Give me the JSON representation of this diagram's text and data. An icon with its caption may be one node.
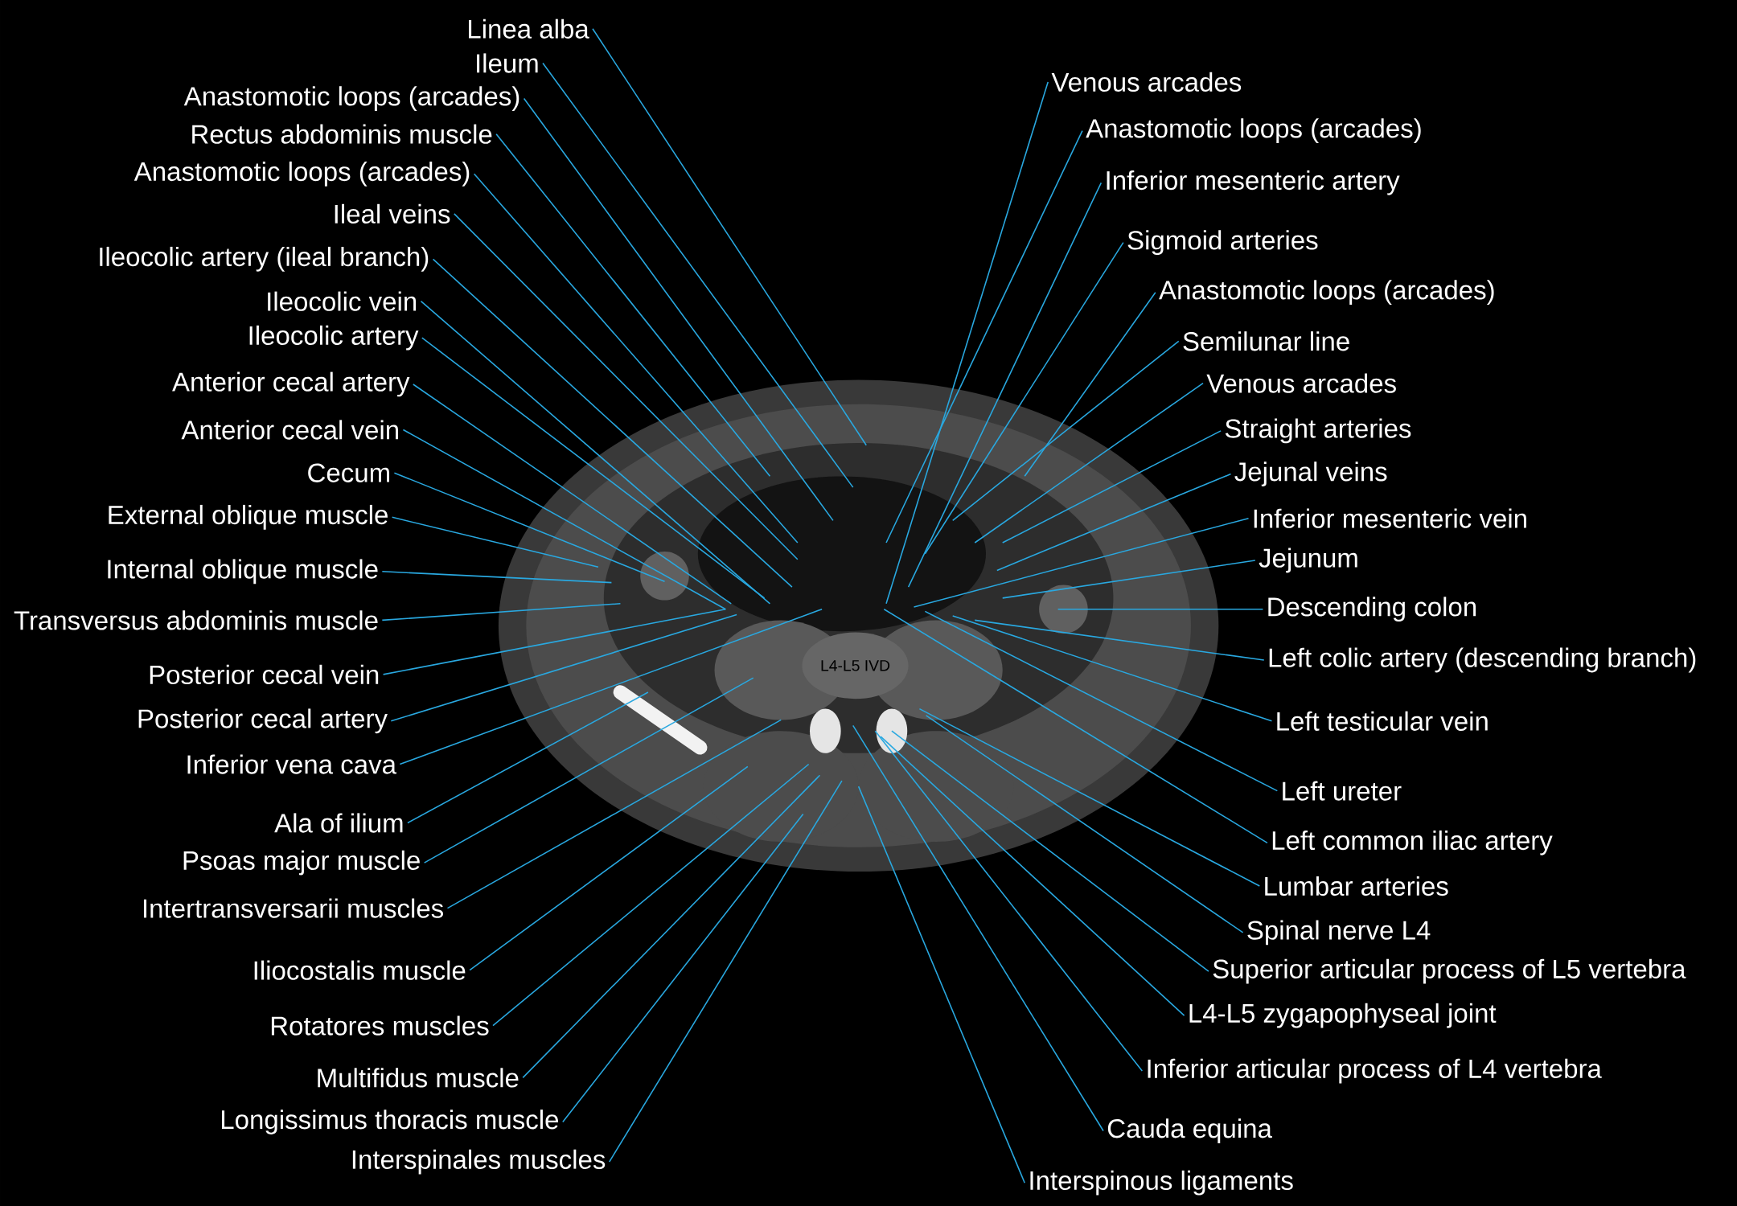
{
  "diagram": {
    "nodes": [
      {
        "text": [
          "Linea alba"
        ]
      },
      {
        "text": [
          "Ileum"
        ]
      },
      {
        "text": [
          "Anastomotic loops (arcades)"
        ]
      },
      {
        "text": [
          "Rectus abdominis muscle"
        ]
      },
      {
        "text": [
          "Anastomotic loops (arcades)"
        ]
      },
      {
        "text": [
          "Ileal veins"
        ]
      },
      {
        "text": [
          "Ileocolic artery (ileal branch)"
        ]
      },
      {
        "text": [
          "Ileocolic vein"
        ]
      },
      {
        "text": [
          "Ileocolic artery"
        ]
      },
      {
        "text": [
          "Anterior cecal artery"
        ]
      },
      {
        "text": [
          "Anterior cecal vein"
        ]
      },
      {
        "text": [
          "Cecum"
        ]
      },
      {
        "text": [
          "External oblique muscle"
        ]
      },
      {
        "text": [
          "Internal oblique muscle"
        ]
      },
      {
        "text": [
          "Transversus abdominis muscle"
        ]
      },
      {
        "text": [
          "Posterior cecal vein"
        ]
      },
      {
        "text": [
          "Posterior cecal artery"
        ]
      },
      {
        "text": [
          "Inferior vena cava"
        ]
      },
      {
        "text": [
          "Ala of ilium"
        ]
      },
      {
        "text": [
          "Psoas major muscle"
        ]
      },
      {
        "text": [
          "Intertransversarii muscles"
        ]
      },
      {
        "text": [
          "Iliocostalis muscle"
        ]
      },
      {
        "text": [
          "Rotatores muscles"
        ]
      },
      {
        "text": [
          "Multifidus muscle"
        ]
      },
      {
        "text": [
          "Longissimus thoracis muscle"
        ]
      },
      {
        "text": [
          "Interspinales muscles"
        ]
      },
      {
        "text": [
          "Venous arcades"
        ]
      },
      {
        "text": [
          "Anastomotic loops (arcades)"
        ]
      },
      {
        "text": [
          "Inferior mesenteric artery"
        ]
      },
      {
        "text": [
          "Sigmoid arteries"
        ]
      },
      {
        "text": [
          "Anastomotic loops (arcades)"
        ]
      },
      {
        "text": [
          "Semilunar line"
        ]
      },
      {
        "text": [
          "Venous arcades"
        ]
      },
      {
        "text": [
          "Straight arteries"
        ]
      },
      {
        "text": [
          "Jejunal veins"
        ]
      },
      {
        "text": [
          "Inferior mesenteric vein"
        ]
      },
      {
        "text": [
          "Jejunum"
        ]
      },
      {
        "text": [
          "Descending colon"
        ]
      },
      {
        "text": [
          "Left colic artery (descending branch)"
        ]
      },
      {
        "text": [
          "Left testicular vein"
        ]
      },
      {
        "text": [
          "Left ureter"
        ]
      },
      {
        "text": [
          "Left common iliac artery"
        ]
      },
      {
        "text": [
          "Lumbar arteries"
        ]
      },
      {
        "text": [
          "Spinal nerve L4"
        ]
      },
      {
        "text": [
          "Superior articular process of L5 vertebra"
        ]
      },
      {
        "text": [
          "L4-L5 zygapophyseal joint"
        ]
      },
      {
        "text": [
          "Inferior articular process of L4 vertebra"
        ]
      },
      {
        "text": [
          "Cauda equina"
        ]
      },
      {
        "text": [
          "Interspinous ligaments"
        ]
      }
    ],
    "edges": [
      {
        "from": 0,
        "to": null,
        "arrow": "none"
      },
      {
        "from": 1,
        "to": null,
        "arrow": "none"
      },
      {
        "from": 2,
        "to": null,
        "arrow": "none"
      },
      {
        "from": 3,
        "to": null,
        "arrow": "none"
      },
      {
        "from": 4,
        "to": null,
        "arrow": "none"
      },
      {
        "from": 5,
        "to": null,
        "arrow": "none"
      },
      {
        "from": 6,
        "to": null,
        "arrow": "none"
      },
      {
        "from": 7,
        "to": null,
        "arrow": "none"
      },
      {
        "from": 8,
        "to": null,
        "arrow": "none"
      },
      {
        "from": 9,
        "to": null,
        "arrow": "none"
      },
      {
        "from": 10,
        "to": null,
        "arrow": "none"
      },
      {
        "from": 11,
        "to": null,
        "arrow": "none"
      },
      {
        "from": 12,
        "to": null,
        "arrow": "none"
      },
      {
        "from": 13,
        "to": null,
        "arrow": "none"
      },
      {
        "from": 14,
        "to": null,
        "arrow": "none"
      },
      {
        "from": 15,
        "to": null,
        "arrow": "none"
      },
      {
        "from": 16,
        "to": null,
        "arrow": "none"
      },
      {
        "from": 17,
        "to": null,
        "arrow": "none"
      },
      {
        "from": 18,
        "to": null,
        "arrow": "none"
      },
      {
        "from": 19,
        "to": null,
        "arrow": "none"
      },
      {
        "from": 20,
        "to": null,
        "arrow": "none"
      },
      {
        "from": 21,
        "to": null,
        "arrow": "none"
      },
      {
        "from": 22,
        "to": null,
        "arrow": "none"
      },
      {
        "from": 23,
        "to": null,
        "arrow": "none"
      },
      {
        "from": 24,
        "to": null,
        "arrow": "none"
      },
      {
        "from": 25,
        "to": null,
        "arrow": "none"
      },
      {
        "from": 26,
        "to": null,
        "arrow": "none"
      },
      {
        "from": 27,
        "to": null,
        "arrow": "none"
      },
      {
        "from": 28,
        "to": null,
        "arrow": "none"
      },
      {
        "from": 29,
        "to": null,
        "arrow": "none"
      },
      {
        "from": 30,
        "to": null,
        "arrow": "none"
      },
      {
        "from": 31,
        "to": null,
        "arrow": "none"
      },
      {
        "from": 32,
        "to": null,
        "arrow": "none"
      },
      {
        "from": 33,
        "to": null,
        "arrow": "none"
      },
      {
        "from": 34,
        "to": null,
        "arrow": "none"
      },
      {
        "from": 35,
        "to": null,
        "arrow": "none"
      },
      {
        "from": 36,
        "to": null,
        "arrow": "none"
      },
      {
        "from": 37,
        "to": null,
        "arrow": "none"
      },
      {
        "from": 38,
        "to": null,
        "arrow": "none"
      },
      {
        "from": 39,
        "to": null,
        "arrow": "none"
      },
      {
        "from": 40,
        "to": null,
        "arrow": "none"
      },
      {
        "from": 41,
        "to": null,
        "arrow": "none"
      },
      {
        "from": 42,
        "to": null,
        "arrow": "none"
      },
      {
        "from": 43,
        "to": null,
        "arrow": "none"
      },
      {
        "from": 44,
        "to": null,
        "arrow": "none"
      },
      {
        "from": 45,
        "to": null,
        "arrow": "none"
      },
      {
        "from": 46,
        "to": null,
        "arrow": "none"
      },
      {
        "from": 47,
        "to": null,
        "arrow": "none"
      },
      {
        "from": 48,
        "to": null,
        "arrow": "none"
      }
    ],
    "labels": [
      "L4-L5 IVD"
    ]
  }
}
